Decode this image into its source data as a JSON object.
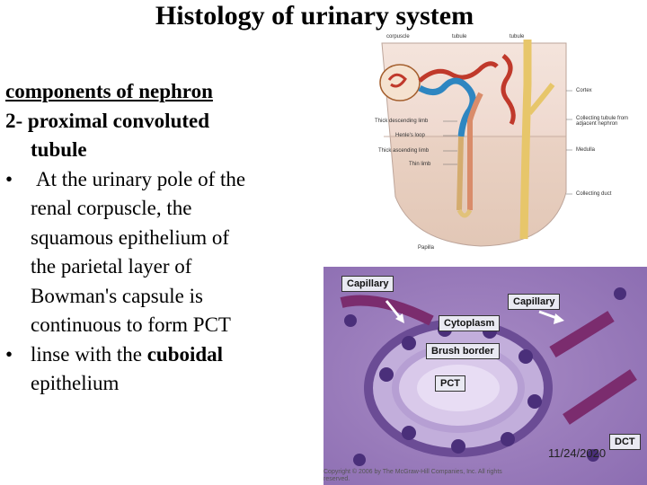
{
  "slide": {
    "title": "Histology of urinary system",
    "heading": "components of nephron",
    "numbered_item_line1": "2- proximal convoluted",
    "numbered_item_line2": "tubule",
    "bullet1_lines": [
      "At the urinary pole of the",
      "renal corpuscle, the",
      "squamous epithelium of",
      "the parietal layer of",
      "Bowman's capsule is",
      "continuous to form PCT"
    ],
    "bullet2_line1_plain": "linse with the ",
    "bullet2_line1_bold": "cuboidal",
    "bullet2_line2": "epithelium",
    "bullet_glyph": "•",
    "date": "11/24/2020"
  },
  "diagram": {
    "labels": {
      "corpuscle": "corpuscle",
      "tubule1": "tubule",
      "tubule2": "tubule",
      "cortex": "Cortex",
      "collecting_from": "Collecting tubule from adjacent nephron",
      "thick_desc": "Thick descending limb",
      "henle": "Henle's loop",
      "thick_asc": "Thick ascending limb",
      "thin": "Thin limb",
      "medulla": "Medulla",
      "collecting_duct": "Collecting duct",
      "papilla": "Papilla"
    }
  },
  "micrograph": {
    "labels": {
      "capillary_left": "Capillary",
      "capillary_right": "Capillary",
      "cytoplasm": "Cytoplasm",
      "brush_border": "Brush border",
      "pct": "PCT",
      "dct": "DCT"
    },
    "copyright": "Copyright © 2006 by The McGraw-Hill Companies, Inc. All rights reserved."
  }
}
